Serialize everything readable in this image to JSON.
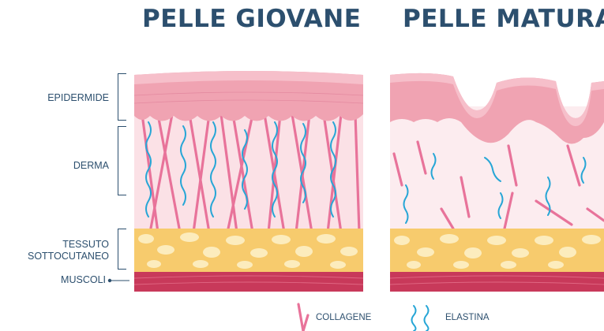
{
  "titles": {
    "young": "PELLE GIOVANE",
    "mature": "PELLE MATURA"
  },
  "layers": {
    "epidermis": "EPIDERMIDE",
    "dermis": "DERMA",
    "subcutis_line1": "TESSUTO",
    "subcutis_line2": "SOTTOCUTANEO",
    "muscles": "MUSCOLI"
  },
  "legend": {
    "collagen": "COLLAGENE",
    "elastin": "ELASTINA"
  },
  "colors": {
    "title": "#2c4f6e",
    "epidermis": "#f0a3b2",
    "dermis": "#fbe1e6",
    "collagen": "#e8739a",
    "elastin": "#27a6d6",
    "fat": "#f7cb6d",
    "muscle": "#c8395a"
  }
}
